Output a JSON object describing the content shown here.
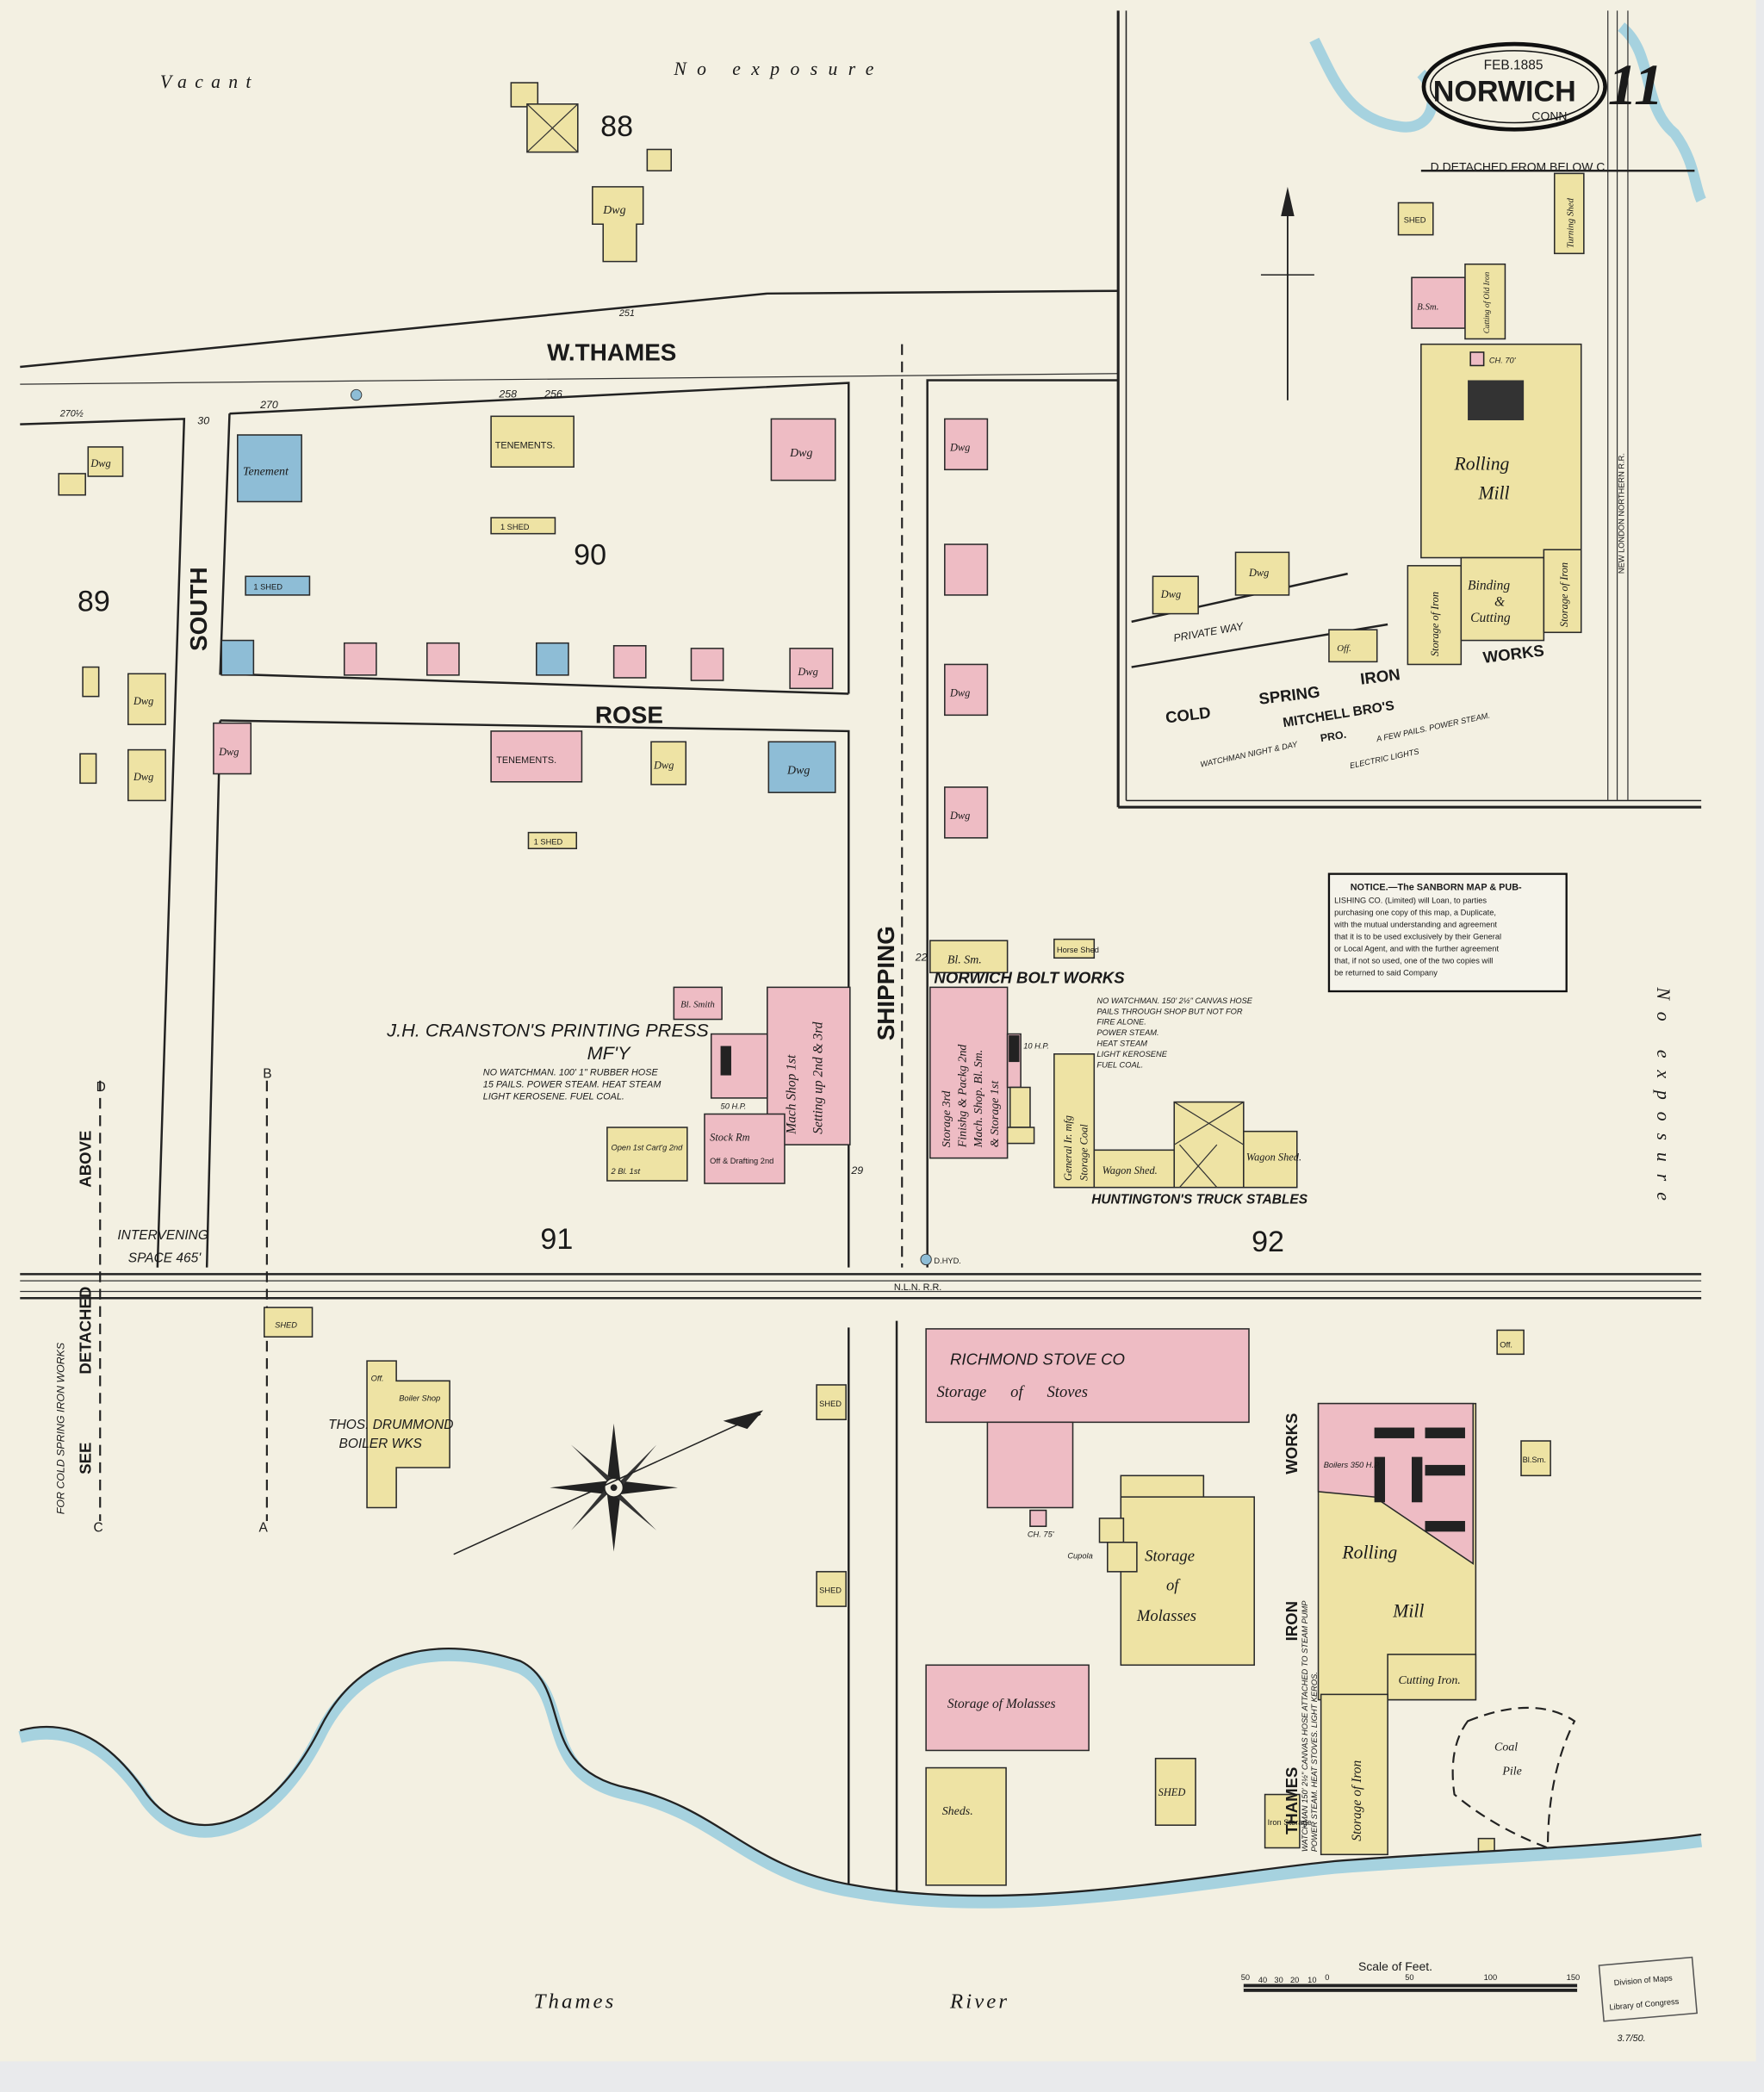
{
  "title": {
    "date": "FEB.1885",
    "city": "NORWICH",
    "state": "CONN.",
    "sheet": "11"
  },
  "margins": {
    "top_left": "Vacant",
    "top_center": "No exposure",
    "right": "No exposure"
  },
  "streets": {
    "w_thames": "W.THAMES",
    "south": "SOUTH",
    "rose": "ROSE",
    "shipping": "SHIPPING",
    "private_way": "PRIVATE WAY",
    "railroad": "N.L.N.  R.R.",
    "railroad_inset": "NEW LONDON NORTHERN R.R."
  },
  "blocks": {
    "b88": "88",
    "b89": "89",
    "b90": "90",
    "b91": "91",
    "b92": "92"
  },
  "house_numbers": {
    "n270a": "270½",
    "n270": "270",
    "n258": "258",
    "n256": "256",
    "n251": "251",
    "n30": "30",
    "n29": "29",
    "n22": "22"
  },
  "hydrants": {
    "d_hyd": "D.HYD."
  },
  "buildings": {
    "shed": "SHED",
    "dwg": "Dwg",
    "tenement": "Tenement",
    "tenements": "TENEMENTS.",
    "one_shed": "1 SHED",
    "bl_smith": "Bl. Smith",
    "mach_shop": "Mach Shop 1st",
    "setting_up": "Setting up 2nd & 3rd",
    "stock_rm": "Stock Rm",
    "off_drafting": "Off & Drafting 2nd",
    "open_cart": "Open 1st Cart'g 2nd",
    "bl_sm": "Bl. Sm.",
    "horse_shed": "Horse Shed",
    "bolt_storage": "Storage 3rd",
    "bolt_finishing": "Finishg & Packg 2nd",
    "bolt_mach": "Mach. Shop. Bl. Sm.",
    "bolt_storage_1": "& Storage 1st",
    "general_ir": "General Ir. mfg",
    "storage_coal": "Storage Coal",
    "wagon_shed": "Wagon Shed.",
    "boiler_shop": "Boiler Shop",
    "off": "Off.",
    "storage_of_stoves": "Storage      of      Stoves",
    "ch75": "CH. 75'",
    "cupola": "Cupola",
    "storage_molasses": [
      "Storage",
      "of",
      "Molasses"
    ],
    "storage_of_molasses": "Storage of Molasses",
    "sheds": "Sheds.",
    "iron_storage": "Iron Storage",
    "rolling": "Rolling",
    "mill": "Mill",
    "cutting_iron": "Cutting Iron.",
    "storage_of_iron": "Storage of Iron",
    "boilers": "Boilers 350 H.P.",
    "coal": "Coal",
    "pile": "Pile",
    "turning_shed": "Turning Shed",
    "cutting_old_iron": "Cutting of Old Iron",
    "b_sm": "B.Sm.",
    "binding": "Binding",
    "amp": "&",
    "cutting": "Cutting",
    "storage_iron": "Storage of Iron",
    "bl_sm_short": "Bl.Sm.",
    "ch70": "CH. 70'",
    "two_bl": "2 Bl. 1st",
    "hp50": "50 H.P.",
    "hp10": "10 H.P."
  },
  "cranston": {
    "name": "J.H. CRANSTON'S PRINTING PRESS",
    "mfy": "MF'Y",
    "notes": [
      "NO WATCHMAN.  100' 1\" RUBBER HOSE",
      "15 PAILS.   POWER STEAM.  HEAT STEAM",
      "LIGHT KEROSENE.   FUEL COAL."
    ]
  },
  "bolt_works": {
    "name": "NORWICH BOLT WORKS",
    "notes": [
      "NO WATCHMAN. 150' 2½\" CANVAS HOSE",
      "PAILS THROUGH SHOP BUT NOT FOR",
      "FIRE ALONE.",
      "POWER STEAM.",
      "HEAT STEAM",
      "LIGHT KEROSENE",
      "FUEL COAL."
    ]
  },
  "huntington": {
    "name": "HUNTINGTON'S TRUCK STABLES"
  },
  "drummond": {
    "name": "THOS. DRUMMOND",
    "sub": "BOILER WKS"
  },
  "richmond": {
    "name": "RICHMOND     STOVE     CO"
  },
  "thames_iron": {
    "name": [
      "THAMES",
      "IRON",
      "WORKS"
    ],
    "notes": [
      "WATCHMAN 150' 2½\" CANVAS HOSE ATTACHED TO STEAM PUMP",
      "POWER STEAM. HEAT STOVES. LIGHT KEROS."
    ]
  },
  "cold_spring": {
    "name": [
      "COLD",
      "SPRING",
      "IRON",
      "WORKS"
    ],
    "owner": "MITCHELL BRO'S",
    "pro": "PRO.",
    "notes": [
      "WATCHMAN   NIGHT & DAY",
      "A FEW PAILS.  POWER STEAM.",
      "ELECTRIC LIGHTS"
    ],
    "detached": "D  DETACHED FROM BELOW  C"
  },
  "left_note": {
    "line1": "FOR COLD SPRING IRON WORKS",
    "see": "SEE",
    "detached": "DETACHED",
    "above": "ABOVE",
    "intervening": "INTERVENING",
    "space": "SPACE 465'"
  },
  "section_letters": {
    "a": "A",
    "b": "B",
    "c": "C",
    "d": "D"
  },
  "notice": {
    "lines": [
      "NOTICE.—The SANBORN MAP & PUB-",
      "LISHING CO. (Limited) will Loan, to parties",
      "purchasing one copy of this map, a Duplicate,",
      "with the mutual understanding and agreement",
      "that it is to be used exclusively by their General",
      "or Local Agent, and with the further agreement",
      "that, if not so used, one of the two copies will",
      "be returned to said Company"
    ]
  },
  "river": {
    "word1": "Thames",
    "word2": "River"
  },
  "scale": {
    "title": "Scale of Feet.",
    "ticks": [
      "50",
      "40",
      "30",
      "20",
      "10",
      "0",
      "50",
      "100",
      "150"
    ]
  },
  "stamp": {
    "line1": "Division of Maps",
    "line2": "Library of Congress"
  },
  "accession": "3.7/50.",
  "colors": {
    "paper": "#f3f0e2",
    "frame_brick": "#eebcc4",
    "frame_wood": "#eee3a4",
    "stone": "#8ebdd6",
    "water": "#a6d2df"
  }
}
